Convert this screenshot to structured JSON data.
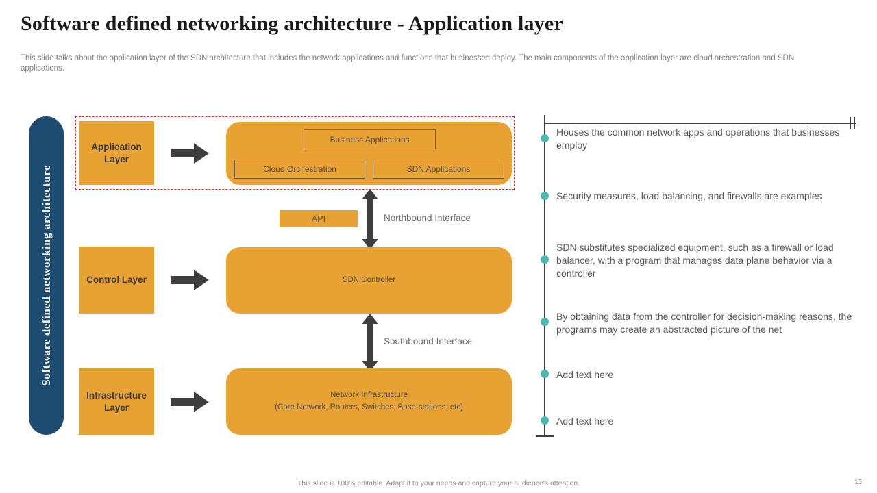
{
  "slide": {
    "title": "Software defined networking architecture - Application layer",
    "description": "This slide talks about the application layer of the SDN architecture that includes the network applications and functions that businesses deploy. The main components of the application layer are cloud orchestration and SDN applications.",
    "footer_note": "This slide is 100% editable. Adapt it to your needs and capture your audience's attention.",
    "page_number": "15"
  },
  "sidebar": {
    "label": "Software defined networking architecture"
  },
  "diagram": {
    "layers": [
      {
        "label": "Application Layer"
      },
      {
        "label": "Control Layer"
      },
      {
        "label": "Infrastructure Layer"
      }
    ],
    "application_components": {
      "business_applications": "Business Applications",
      "cloud_orchestration": "Cloud Orchestration",
      "sdn_applications": "SDN Applications"
    },
    "api_label": "API",
    "northbound_label": "Northbound Interface",
    "southbound_label": "Southbound Interface",
    "controller_label": "SDN Controller",
    "infrastructure_label_line1": "Network Infrastructure",
    "infrastructure_label_line2": "(Core Network, Routers, Switches, Base-stations, etc)"
  },
  "notes": [
    {
      "text": "Houses the common network apps and operations that businesses employ"
    },
    {
      "text": "Security measures, load balancing, and firewalls are examples"
    },
    {
      "text": "SDN substitutes specialized equipment, such as a firewall or load balancer, with a program that manages data plane behavior via a controller"
    },
    {
      "text": "By obtaining data from the controller for decision-making reasons, the programs may create an abstracted picture of the net"
    },
    {
      "text": "Add text here"
    },
    {
      "text": "Add text here"
    }
  ],
  "colors": {
    "accent_orange": "#E8A133",
    "navy_pill": "#1E4B70",
    "teal_bullet": "#4DB7B4",
    "arrow_gray": "#3E3E3E",
    "red_dashed": "#C1392B"
  }
}
